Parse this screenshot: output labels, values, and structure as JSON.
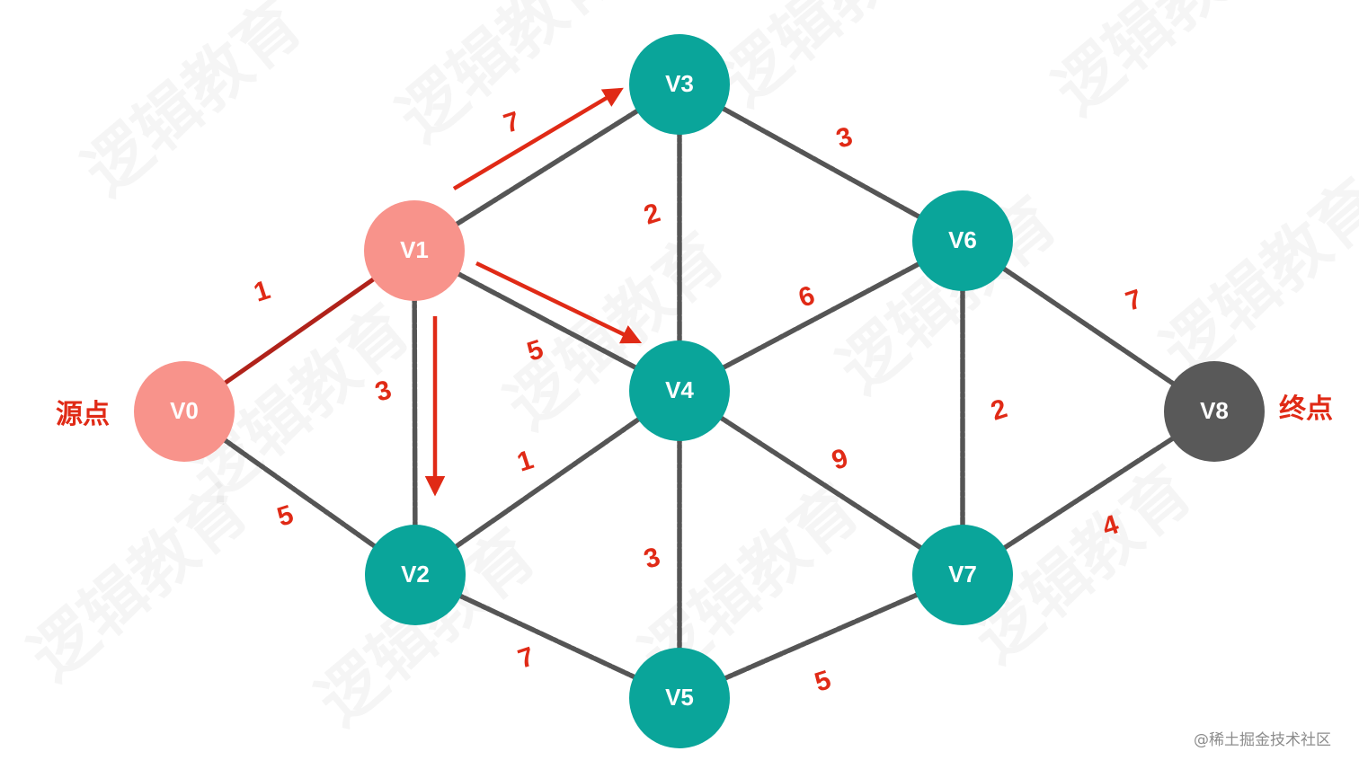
{
  "colors": {
    "edge": "#555555",
    "visited_node": "#f8938b",
    "unvisited_node": "#0aa59a",
    "target_node": "#595959",
    "arrow": "#e02a16",
    "weight_text": "#e02a16",
    "path_edge": "#b0221a"
  },
  "source_label": "源点",
  "target_label": "终点",
  "watermark_text": "逻辑教育",
  "credit": "@稀土掘金技术社区",
  "nodes": [
    {
      "id": "V0",
      "label": "V0",
      "state": "visited"
    },
    {
      "id": "V1",
      "label": "V1",
      "state": "visited"
    },
    {
      "id": "V2",
      "label": "V2",
      "state": "unvisited"
    },
    {
      "id": "V3",
      "label": "V3",
      "state": "unvisited"
    },
    {
      "id": "V4",
      "label": "V4",
      "state": "unvisited"
    },
    {
      "id": "V5",
      "label": "V5",
      "state": "unvisited"
    },
    {
      "id": "V6",
      "label": "V6",
      "state": "unvisited"
    },
    {
      "id": "V7",
      "label": "V7",
      "state": "unvisited"
    },
    {
      "id": "V8",
      "label": "V8",
      "state": "target"
    }
  ],
  "edges": [
    {
      "from": "V0",
      "to": "V1",
      "weight": "1",
      "highlighted": true
    },
    {
      "from": "V0",
      "to": "V2",
      "weight": "5",
      "highlighted": false
    },
    {
      "from": "V1",
      "to": "V2",
      "weight": "3",
      "highlighted": false
    },
    {
      "from": "V1",
      "to": "V3",
      "weight": "7",
      "highlighted": false
    },
    {
      "from": "V1",
      "to": "V4",
      "weight": "5",
      "highlighted": false
    },
    {
      "from": "V2",
      "to": "V4",
      "weight": "1",
      "highlighted": false
    },
    {
      "from": "V2",
      "to": "V5",
      "weight": "7",
      "highlighted": false
    },
    {
      "from": "V3",
      "to": "V4",
      "weight": "2",
      "highlighted": false
    },
    {
      "from": "V3",
      "to": "V6",
      "weight": "3",
      "highlighted": false
    },
    {
      "from": "V4",
      "to": "V5",
      "weight": "3",
      "highlighted": false
    },
    {
      "from": "V4",
      "to": "V6",
      "weight": "6",
      "highlighted": false
    },
    {
      "from": "V4",
      "to": "V7",
      "weight": "9",
      "highlighted": false
    },
    {
      "from": "V5",
      "to": "V7",
      "weight": "5",
      "highlighted": false
    },
    {
      "from": "V6",
      "to": "V7",
      "weight": "2",
      "highlighted": false
    },
    {
      "from": "V6",
      "to": "V8",
      "weight": "7",
      "highlighted": false
    },
    {
      "from": "V7",
      "to": "V8",
      "weight": "4",
      "highlighted": false
    }
  ],
  "arrows": [
    {
      "from": "V1",
      "to": "V3"
    },
    {
      "from": "V1",
      "to": "V4"
    },
    {
      "from": "V1",
      "to": "V2"
    }
  ]
}
